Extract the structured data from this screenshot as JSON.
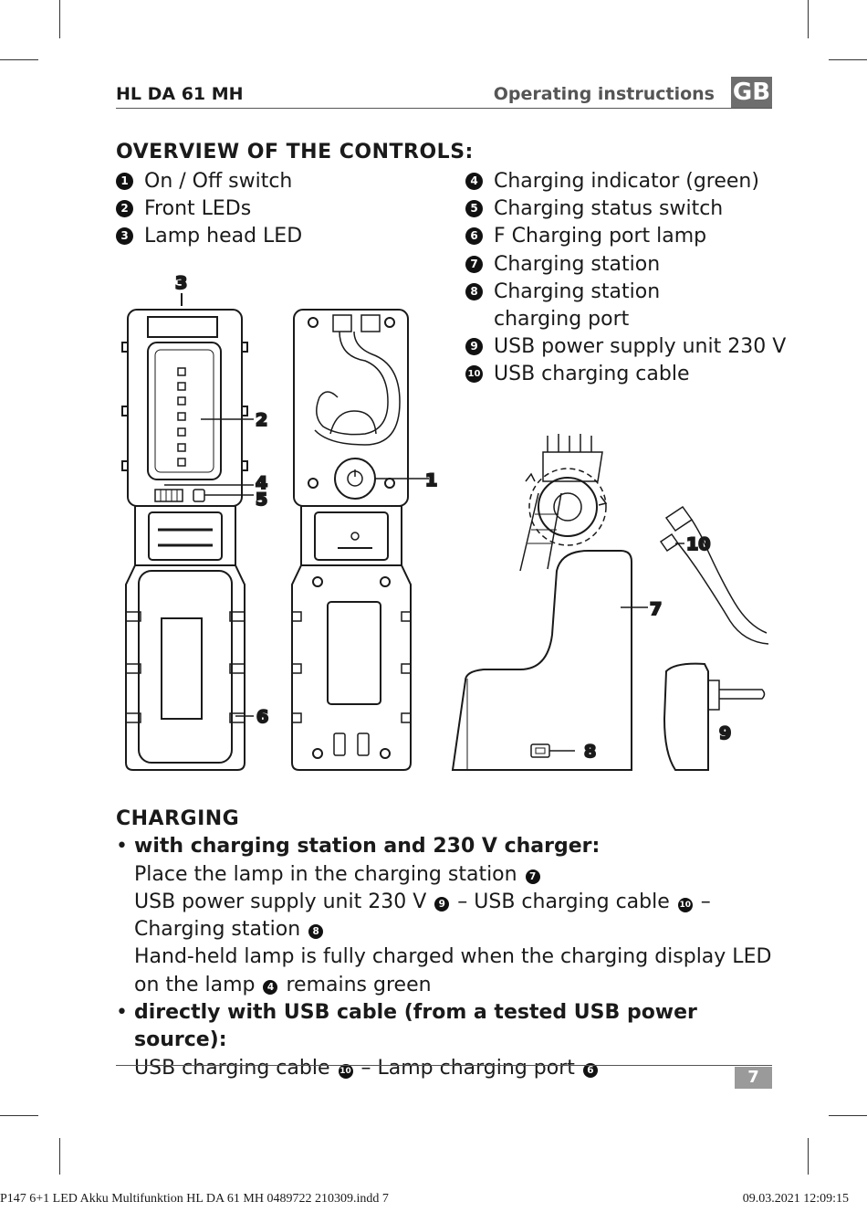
{
  "header": {
    "model": "HL DA 61 MH",
    "title": "Operating instructions",
    "lang_badge": "GB"
  },
  "overview": {
    "heading": "OVERVIEW OF THE CONTROLS:",
    "left_items": [
      {
        "num": "1",
        "label": "On / Off switch"
      },
      {
        "num": "2",
        "label": "Front LEDs"
      },
      {
        "num": "3",
        "label": "Lamp head LED"
      }
    ],
    "right_items": [
      {
        "num": "4",
        "label": "Charging indicator (green)"
      },
      {
        "num": "5",
        "label": "Charging status switch"
      },
      {
        "num": "6",
        "label": "F Charging port lamp"
      },
      {
        "num": "7",
        "label": "Charging station"
      },
      {
        "num": "8",
        "label": "Charging station",
        "label2": "charging port"
      },
      {
        "num": "9",
        "label": "USB power supply unit 230 V"
      },
      {
        "num": "10",
        "label": "USB charging cable"
      }
    ]
  },
  "figure": {
    "callouts": {
      "c1": "1",
      "c2": "2",
      "c3": "3",
      "c4": "4",
      "c5": "5",
      "c6": "6",
      "c7": "7",
      "c8": "8",
      "c9": "9",
      "c10": "10"
    }
  },
  "charging": {
    "heading": "CHARGING",
    "bullet1": {
      "title": "with charging station and 230 V charger:",
      "line1": "Place the lamp in the charging station",
      "line1_ref": "7",
      "line2_a": "USB power supply unit 230 V",
      "line2_ref_a": "9",
      "line2_b": "– USB charging cable",
      "line2_ref_b": "10",
      "line2_c": "– Charging station",
      "line2_ref_c": "8",
      "line3": "Hand-held lamp is fully charged when the charging display LED on the lamp",
      "line3_ref": "4",
      "line3_b": "remains green"
    },
    "bullet2": {
      "title": "directly with USB cable (from a tested USB power source):",
      "line_a": "USB charging cable",
      "ref_a": "10",
      "line_b": "– Lamp charging port",
      "ref_b": "6"
    }
  },
  "footer": {
    "page_number": "7",
    "slug_left": "P147 6+1 LED Akku Multifunktion HL DA 61 MH 0489722 210309.indd   7",
    "slug_right": "09.03.2021   12:09:15"
  }
}
